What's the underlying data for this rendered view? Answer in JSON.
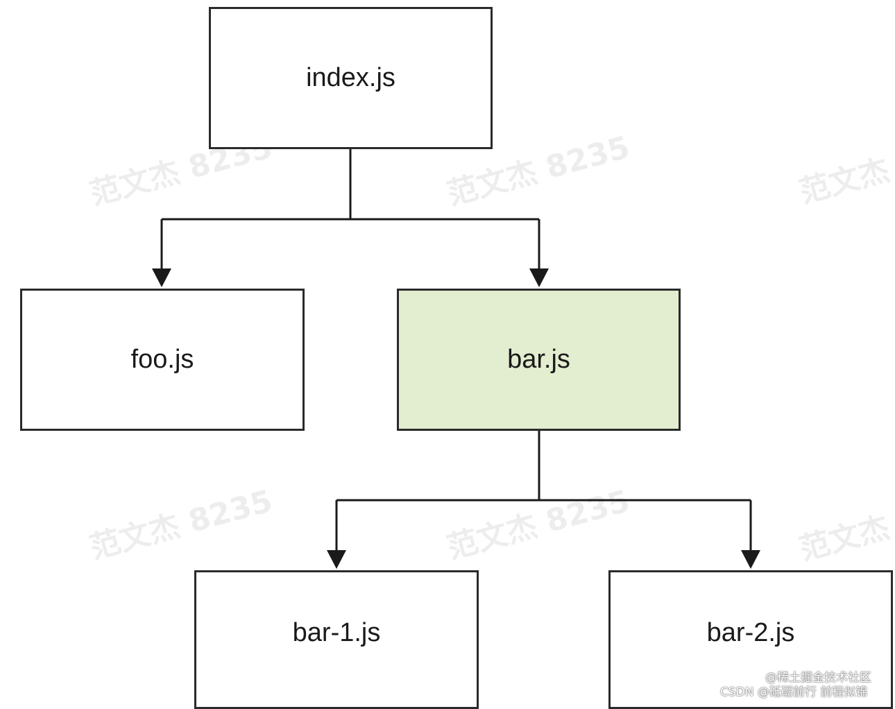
{
  "diagram": {
    "nodes": {
      "index": {
        "label": "index.js"
      },
      "foo": {
        "label": "foo.js"
      },
      "bar": {
        "label": "bar.js"
      },
      "bar1": {
        "label": "bar-1.js"
      },
      "bar2": {
        "label": "bar-2.js"
      }
    },
    "edges": [
      {
        "from": "index.js",
        "to": "foo.js"
      },
      {
        "from": "index.js",
        "to": "bar.js"
      },
      {
        "from": "bar.js",
        "to": "bar-1.js"
      },
      {
        "from": "bar.js",
        "to": "bar-2.js"
      }
    ],
    "highlight_color": "#e3edcf",
    "border_color": "#2a2a2a"
  },
  "watermarks": {
    "text_name_number": "范文杰 8235",
    "text_name": "范文杰"
  },
  "credits": {
    "line1": "@稀土掘金技术社区",
    "line2": "CSDN @砥砺前行 前程似锦"
  }
}
